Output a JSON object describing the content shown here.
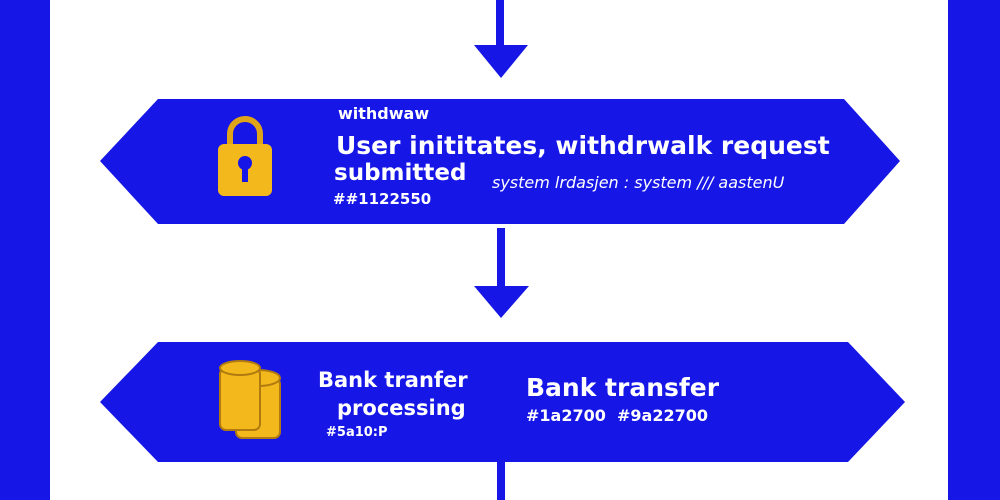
{
  "colors": {
    "primary": "#1616e6",
    "accent": "#f2b81c",
    "text": "#ffffff"
  },
  "steps": [
    {
      "icon": "lock-icon",
      "small_label": "withdwaw",
      "title": "User inititates, withdrwalk request",
      "subtitle": "submitted",
      "code": "##1122550",
      "note": "system lrdasjen : system /// aastenU"
    },
    {
      "icon": "coins-icon",
      "title_line1": "Bank tranfer",
      "title_line2": "processing",
      "code": "#5a10:P",
      "right_title": "Bank transfer",
      "right_codes": "#1a2700  #9a22700"
    }
  ]
}
